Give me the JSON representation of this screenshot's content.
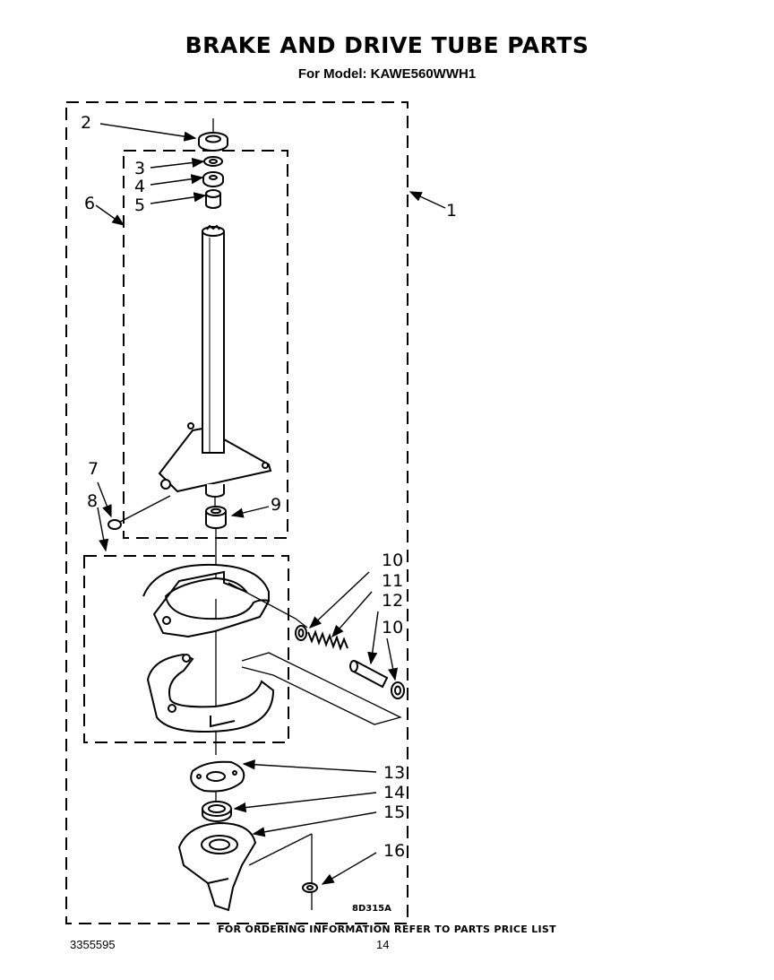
{
  "title": "BRAKE AND DRIVE TUBE PARTS",
  "subtitle": "For Model: KAWE560WWH1",
  "callouts": {
    "c1": "1",
    "c2": "2",
    "c3": "3",
    "c4": "4",
    "c5": "5",
    "c6": "6",
    "c7": "7",
    "c8": "8",
    "c9": "9",
    "c10a": "10",
    "c11": "11",
    "c12": "12",
    "c10b": "10",
    "c13": "13",
    "c14": "14",
    "c15": "15",
    "c16": "16"
  },
  "drawing_code": "8D315A",
  "footer_note": "FOR ORDERING INFORMATION REFER TO PARTS PRICE LIST",
  "doc_number": "3355595",
  "page_number": "14"
}
